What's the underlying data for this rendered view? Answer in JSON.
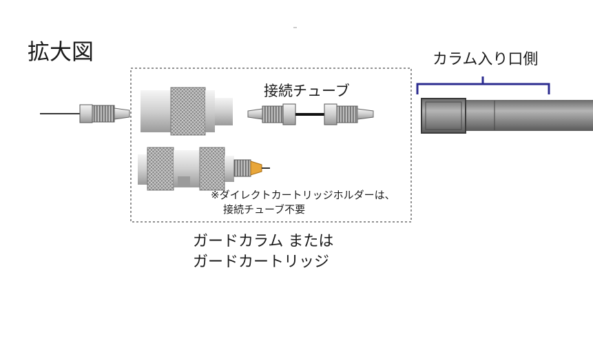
{
  "title": "拡大図",
  "column_inlet_label": "カラム入り口側",
  "connecting_tube_label": "接続チューブ",
  "note": {
    "line1": "※ダイレクトカートリッジホルダーは、",
    "line2": "接続チューブ不要"
  },
  "caption": {
    "line1": "ガードカラム または",
    "line2": "ガードカートリッジ"
  },
  "colors": {
    "bracket": "#2b2b8f",
    "metal_light": "#e9e9e9",
    "metal_dark": "#6d6d6d",
    "column_body": "#8c8c8c",
    "tip": "#e8a63a"
  }
}
